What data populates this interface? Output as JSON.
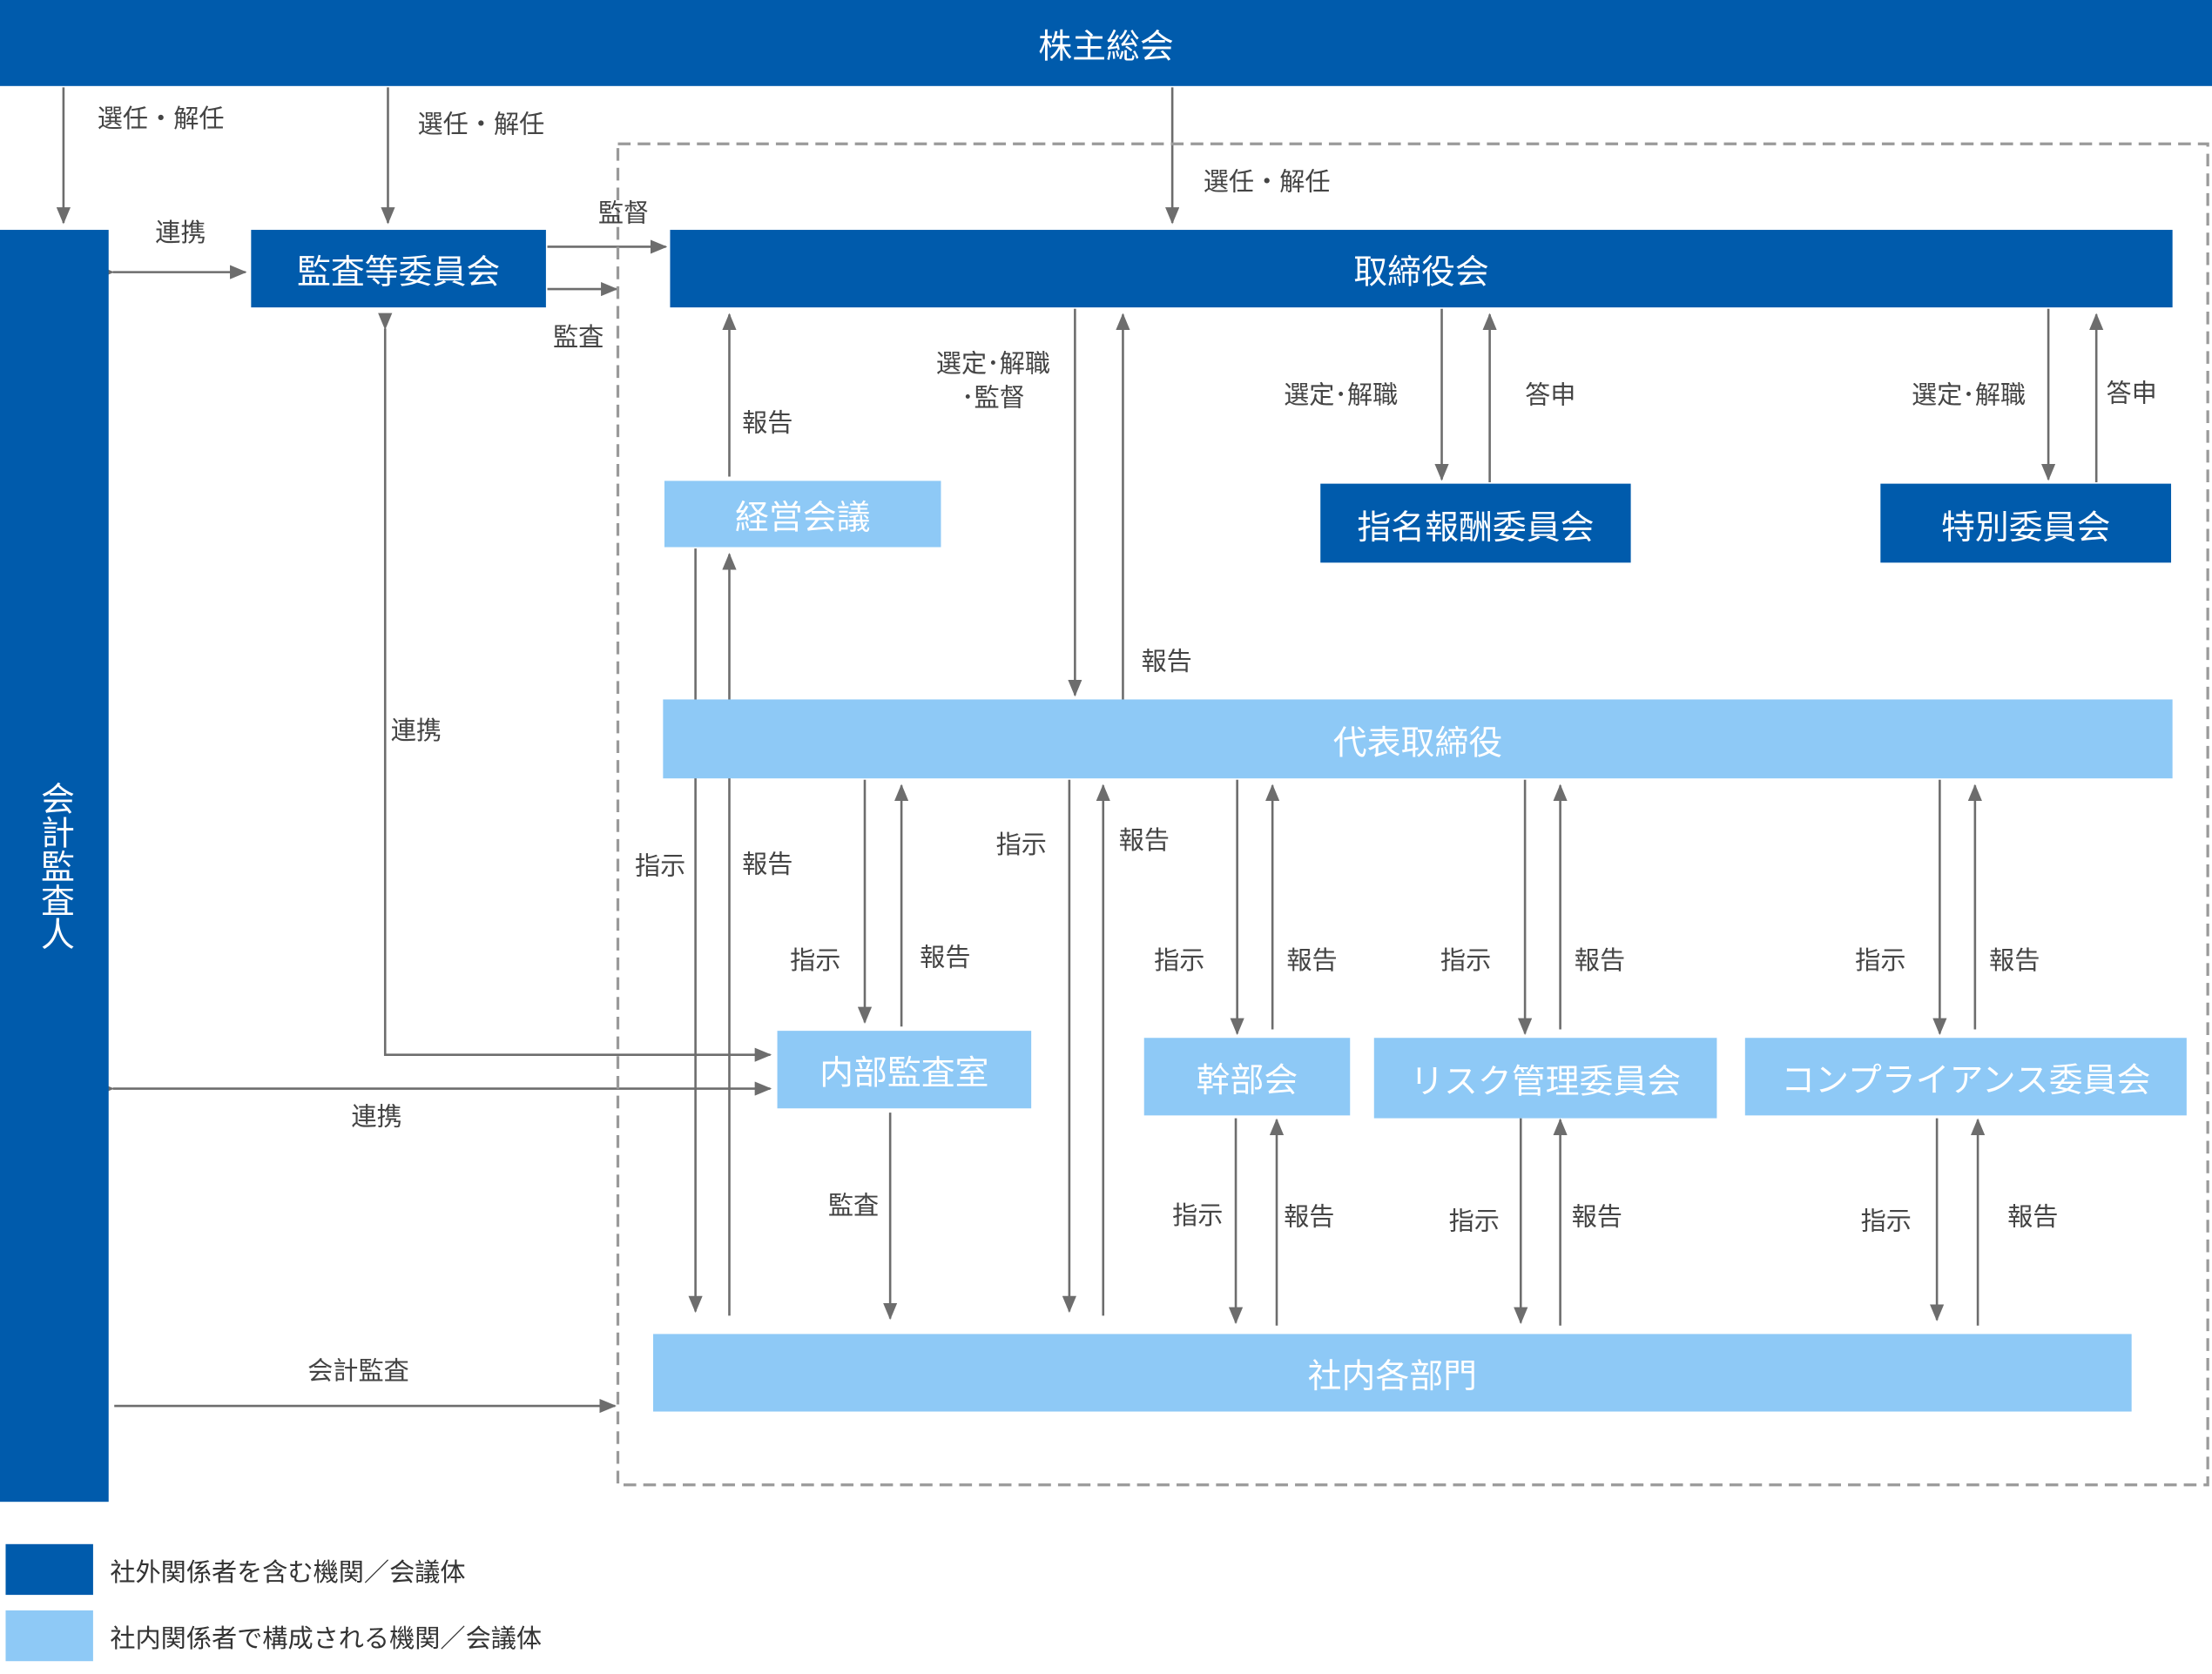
{
  "colors": {
    "external_body": "#005bac",
    "internal_body": "#8ec9f6",
    "connector": "#6d6d6d",
    "boundary": "#9a9a9a"
  },
  "nodes": {
    "shareholders": "株主総会",
    "accounting_auditor": "会計監査人",
    "audit_committee": "監査等委員会",
    "board": "取締役会",
    "management_meeting": "経営会議",
    "nomination_committee": "指名報酬委員会",
    "special_committee": "特別委員会",
    "representative_director": "代表取締役",
    "internal_audit_office": "内部監査室",
    "executive_meeting": "幹部会",
    "risk_committee": "リスク管理委員会",
    "compliance_committee": "コンプライアンス委員会",
    "departments": "社内各部門"
  },
  "labels": {
    "elect_dismiss": "選任・解任",
    "cooperation": "連携",
    "supervision": "監督",
    "audit": "監査",
    "report": "報告",
    "instruction": "指示",
    "appoint_dismiss_supervise_1": "選定･解職",
    "appoint_dismiss_supervise_2": "･監督",
    "appoint_dismiss": "選定･解職",
    "recommendation": "答申",
    "accounting_audit": "会計監査"
  },
  "legend": [
    {
      "label": "社外関係者を含む機関／会議体",
      "color": "#005bac"
    },
    {
      "label": "社内関係者で構成される機関／会議体",
      "color": "#8ec9f6"
    }
  ]
}
